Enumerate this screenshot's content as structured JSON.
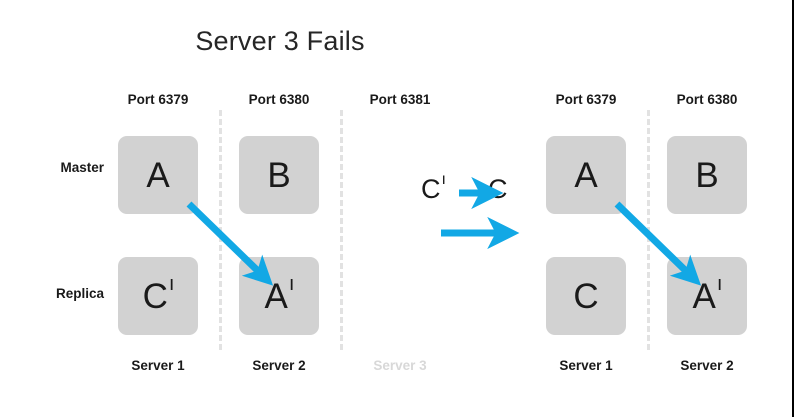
{
  "page": {
    "title": "Server 3 Fails",
    "accent_color": "#12a8e5",
    "box_color": "#d2d2d2",
    "text_color": "#1a1a1a",
    "faded_color": "#d8d8d8",
    "divider_color": "#e2e2e2",
    "background": "#ffffff"
  },
  "rows": {
    "master_label": "Master",
    "replica_label": "Replica"
  },
  "left_group": {
    "columns": [
      {
        "port": "Port 6379",
        "server": "Server 1",
        "server_faded": false,
        "master": "A",
        "master_prime": false,
        "replica": "C",
        "replica_prime": true
      },
      {
        "port": "Port 6380",
        "server": "Server 2",
        "server_faded": false,
        "master": "B",
        "master_prime": false,
        "replica": "A",
        "replica_prime": true
      },
      {
        "port": "Port 6381",
        "server": "Server 3",
        "server_faded": true,
        "master": "",
        "master_prime": false,
        "replica": "",
        "replica_prime": false
      }
    ]
  },
  "right_group": {
    "columns": [
      {
        "port": "Port 6379",
        "server": "Server 1",
        "server_faded": false,
        "master": "A",
        "master_prime": false,
        "replica": "C",
        "replica_prime": false
      },
      {
        "port": "Port 6380",
        "server": "Server 2",
        "server_faded": false,
        "master": "B",
        "master_prime": false,
        "replica": "A",
        "replica_prime": true
      }
    ]
  },
  "legend": {
    "from_letter": "C",
    "from_prime": true,
    "to_letter": "C",
    "to_prime": false
  }
}
